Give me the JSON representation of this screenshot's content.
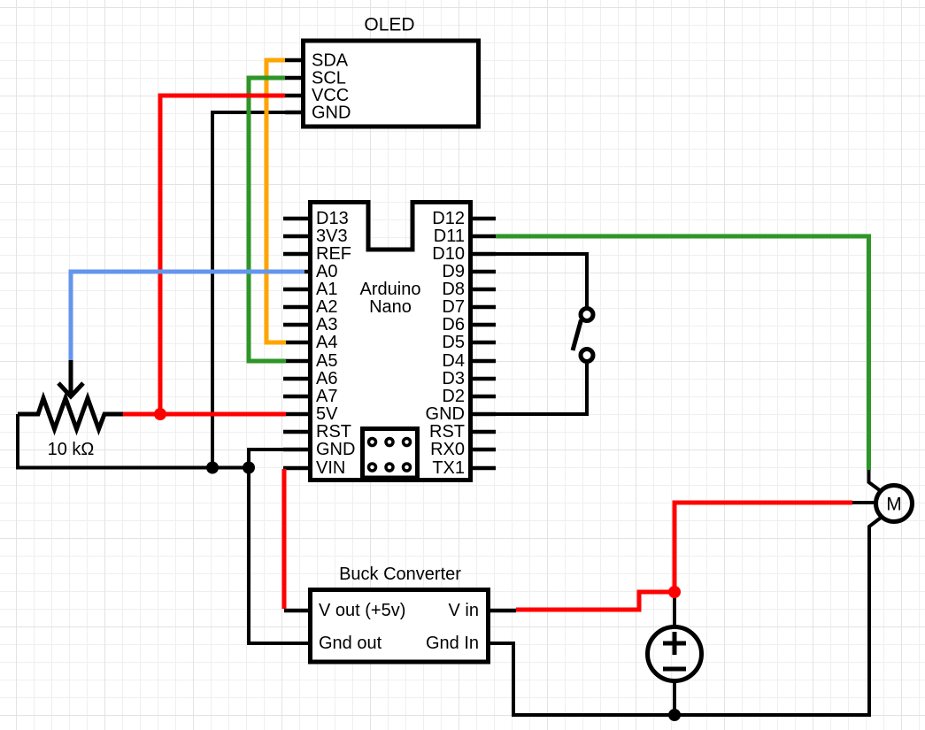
{
  "diagram": {
    "colors": {
      "wire_red": "#ff0000",
      "wire_green": "#2d9627",
      "wire_orange": "#ffa500",
      "wire_blue": "#6495ed",
      "wire_black": "#000000"
    },
    "oled": {
      "title": "OLED",
      "pins": [
        "SDA",
        "SCL",
        "VCC",
        "GND"
      ]
    },
    "arduino": {
      "label_line1": "Arduino",
      "label_line2": "Nano",
      "left_pins": [
        "D13",
        "3V3",
        "REF",
        "A0",
        "A1",
        "A2",
        "A3",
        "A4",
        "A5",
        "A6",
        "A7",
        "5V",
        "RST",
        "GND",
        "VIN"
      ],
      "right_pins": [
        "D12",
        "D11",
        "D10",
        "D9",
        "D8",
        "D7",
        "D6",
        "D5",
        "D4",
        "D3",
        "D2",
        "GND",
        "RST",
        "RX0",
        "TX1"
      ]
    },
    "potentiometer": {
      "value": "10 kΩ"
    },
    "buck_converter": {
      "title": "Buck Converter",
      "pin_vout": "V out (+5v)",
      "pin_vin": "V in",
      "pin_gnd_out": "Gnd out",
      "pin_gnd_in": "Gnd In"
    },
    "motor": {
      "label": "M"
    },
    "battery": {
      "positive": "+",
      "negative": "−"
    }
  }
}
